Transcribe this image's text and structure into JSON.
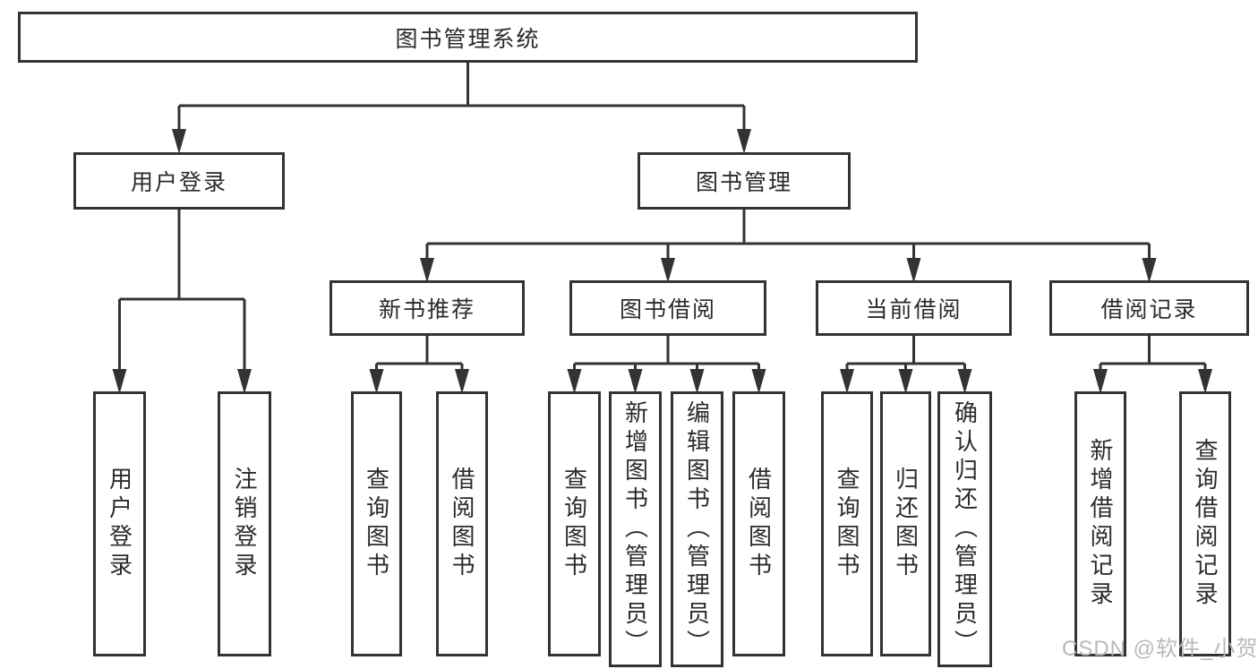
{
  "diagram": {
    "root": {
      "label": "图书管理系统"
    },
    "branches": {
      "user": {
        "label": "用户登录",
        "children": [
          {
            "label": "用户登录"
          },
          {
            "label": "注销登录"
          }
        ]
      },
      "book": {
        "label": "图书管理",
        "sections": [
          {
            "label": "新书推荐",
            "children": [
              {
                "label": "查询图书"
              },
              {
                "label": "借阅图书"
              }
            ]
          },
          {
            "label": "图书借阅",
            "children": [
              {
                "label": "查询图书"
              },
              {
                "label": "新增图书（管理员）"
              },
              {
                "label": "编辑图书（管理员）"
              },
              {
                "label": "借阅图书"
              }
            ]
          },
          {
            "label": "当前借阅",
            "children": [
              {
                "label": "查询图书"
              },
              {
                "label": "归还图书"
              },
              {
                "label": "确认归还（管理员）"
              }
            ]
          },
          {
            "label": "借阅记录",
            "children": [
              {
                "label": "新增借阅记录"
              },
              {
                "label": "查询借阅记录"
              }
            ]
          }
        ]
      }
    }
  },
  "watermark": {
    "text": "CSDN @软件_小贺同学",
    "color": "#b9b9b9"
  },
  "colors": {
    "line": "#333333",
    "box_border": "#333333",
    "text": "#2b2b2b",
    "background": "#ffffff"
  }
}
